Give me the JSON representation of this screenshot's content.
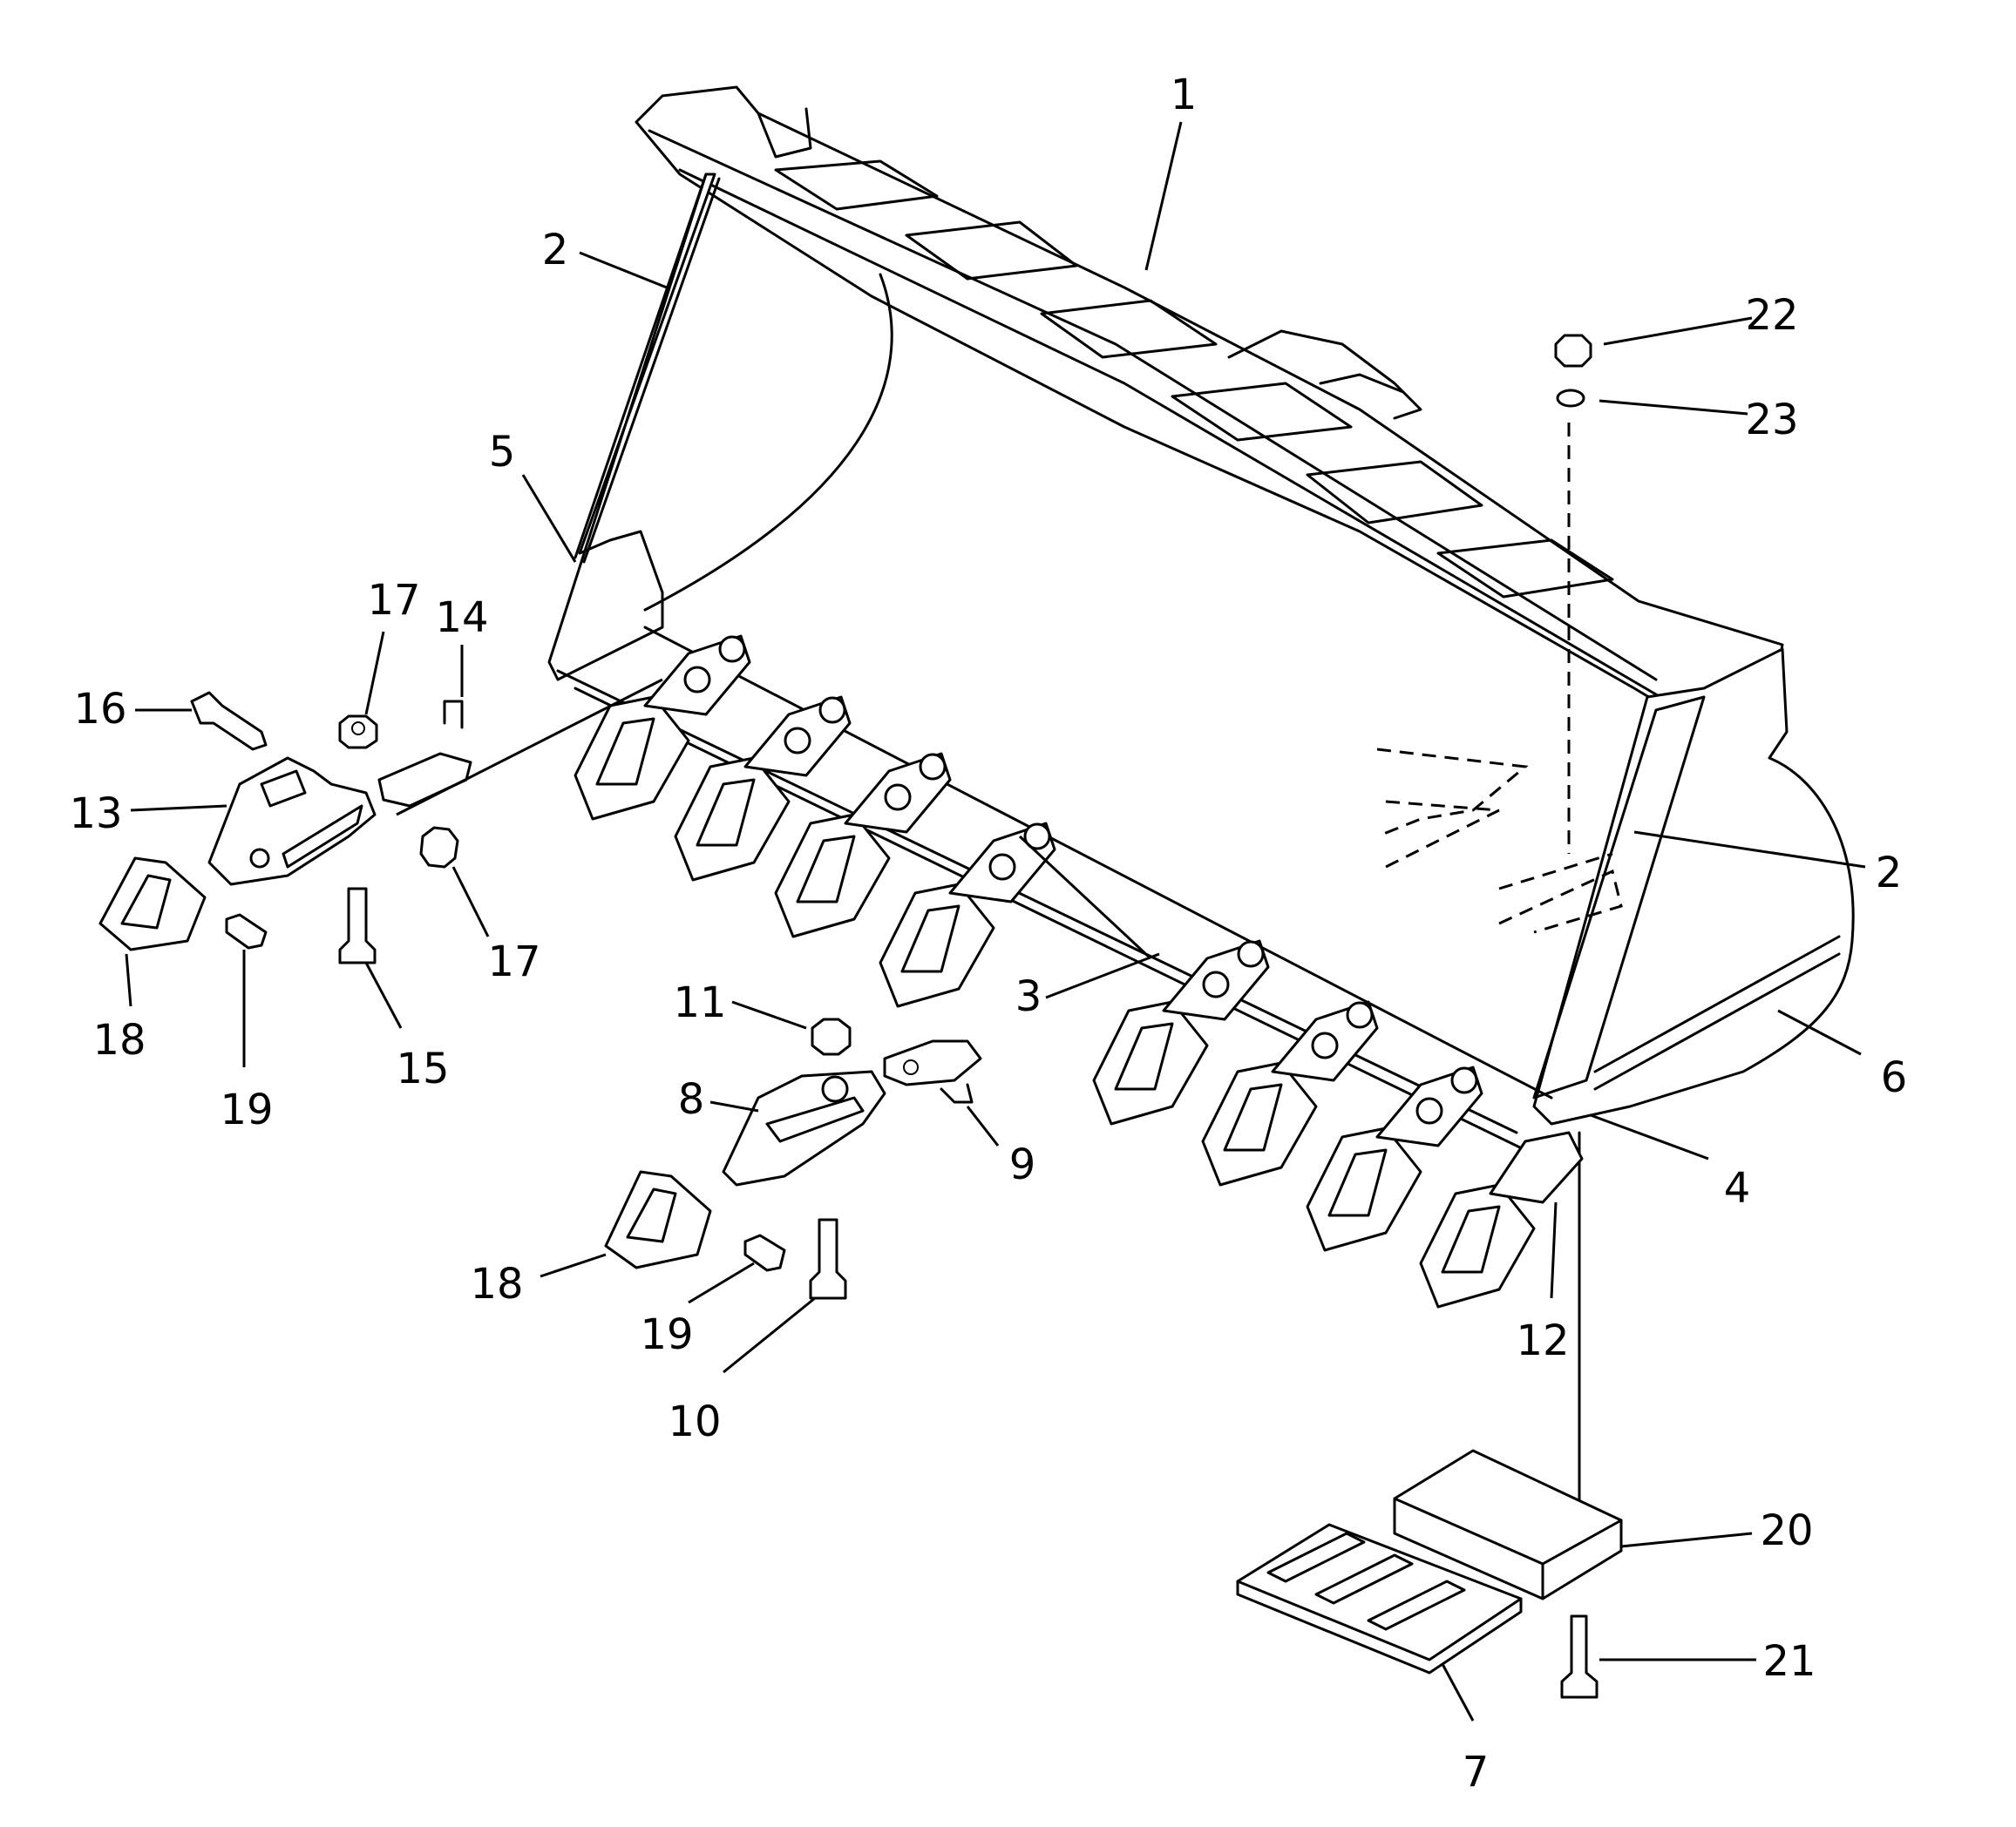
{
  "callouts": [
    {
      "id": "1",
      "label": "1"
    },
    {
      "id": "2-left",
      "label": "2"
    },
    {
      "id": "2-right",
      "label": "2"
    },
    {
      "id": "3",
      "label": "3"
    },
    {
      "id": "4",
      "label": "4"
    },
    {
      "id": "5",
      "label": "5"
    },
    {
      "id": "6",
      "label": "6"
    },
    {
      "id": "7",
      "label": "7"
    },
    {
      "id": "8",
      "label": "8"
    },
    {
      "id": "9",
      "label": "9"
    },
    {
      "id": "10",
      "label": "10"
    },
    {
      "id": "11",
      "label": "11"
    },
    {
      "id": "12",
      "label": "12"
    },
    {
      "id": "13",
      "label": "13"
    },
    {
      "id": "14",
      "label": "14"
    },
    {
      "id": "15",
      "label": "15"
    },
    {
      "id": "16",
      "label": "16"
    },
    {
      "id": "17-top",
      "label": "17"
    },
    {
      "id": "17-bottom",
      "label": "17"
    },
    {
      "id": "18-left",
      "label": "18"
    },
    {
      "id": "18-center",
      "label": "18"
    },
    {
      "id": "19-left",
      "label": "19"
    },
    {
      "id": "19-center",
      "label": "19"
    },
    {
      "id": "20",
      "label": "20"
    },
    {
      "id": "21",
      "label": "21"
    },
    {
      "id": "22",
      "label": "22"
    },
    {
      "id": "23",
      "label": "23"
    }
  ]
}
